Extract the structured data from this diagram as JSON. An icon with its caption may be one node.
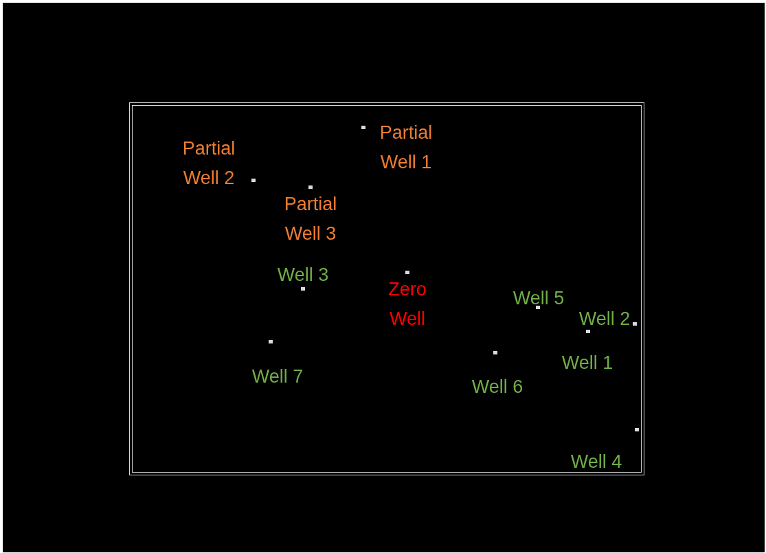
{
  "diagram": {
    "labels": [
      "Partial Well 1",
      "Partial Well 2",
      "Partial Well 3",
      "Well 3",
      "Zero Well",
      "Well 5",
      "Well 2",
      "Well 1",
      "Well 7",
      "Well 6",
      "Well 4"
    ]
  }
}
